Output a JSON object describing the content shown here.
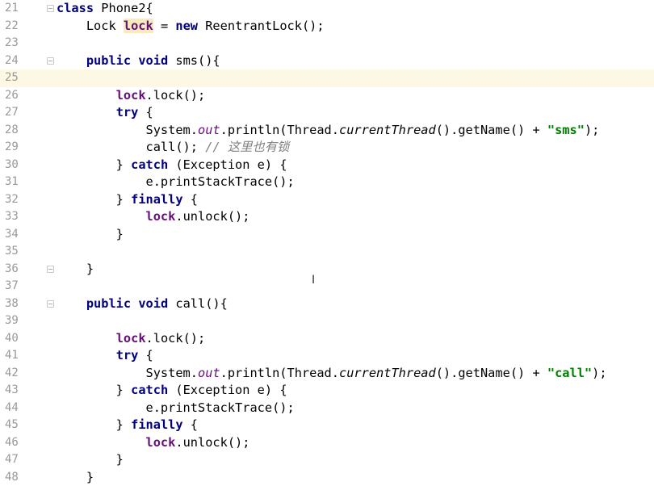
{
  "editor": {
    "current_line": 25,
    "lines": [
      {
        "n": "21",
        "fold": true,
        "tokens": [
          {
            "t": "class",
            "c": "kw"
          },
          {
            "t": " Phone2{",
            "c": ""
          }
        ]
      },
      {
        "n": "22",
        "fold": false,
        "tokens": [
          {
            "t": "    Lock ",
            "c": ""
          },
          {
            "t": "lock",
            "c": "fld-hl"
          },
          {
            "t": " = ",
            "c": ""
          },
          {
            "t": "new",
            "c": "kw"
          },
          {
            "t": " ReentrantLock();",
            "c": ""
          }
        ]
      },
      {
        "n": "23",
        "fold": false,
        "tokens": []
      },
      {
        "n": "24",
        "fold": true,
        "tokens": [
          {
            "t": "    ",
            "c": ""
          },
          {
            "t": "public",
            "c": "kw"
          },
          {
            "t": " ",
            "c": ""
          },
          {
            "t": "void",
            "c": "kw"
          },
          {
            "t": " sms(){",
            "c": ""
          }
        ]
      },
      {
        "n": "25",
        "fold": false,
        "tokens": []
      },
      {
        "n": "26",
        "fold": false,
        "tokens": [
          {
            "t": "        ",
            "c": ""
          },
          {
            "t": "lock",
            "c": "fld"
          },
          {
            "t": ".lock();",
            "c": ""
          }
        ]
      },
      {
        "n": "27",
        "fold": false,
        "tokens": [
          {
            "t": "        ",
            "c": ""
          },
          {
            "t": "try",
            "c": "kw"
          },
          {
            "t": " {",
            "c": ""
          }
        ]
      },
      {
        "n": "28",
        "fold": false,
        "tokens": [
          {
            "t": "            System.",
            "c": ""
          },
          {
            "t": "out",
            "c": "stat"
          },
          {
            "t": ".println(Thread.",
            "c": ""
          },
          {
            "t": "currentThread",
            "c": "ital"
          },
          {
            "t": "().getName() + ",
            "c": ""
          },
          {
            "t": "\"sms\"",
            "c": "str"
          },
          {
            "t": ");",
            "c": ""
          }
        ]
      },
      {
        "n": "29",
        "fold": false,
        "tokens": [
          {
            "t": "            call(); ",
            "c": ""
          },
          {
            "t": "// 这里也有锁",
            "c": "cmt"
          }
        ]
      },
      {
        "n": "30",
        "fold": false,
        "tokens": [
          {
            "t": "        } ",
            "c": ""
          },
          {
            "t": "catch",
            "c": "kw"
          },
          {
            "t": " (Exception e) {",
            "c": ""
          }
        ]
      },
      {
        "n": "31",
        "fold": false,
        "tokens": [
          {
            "t": "            e.printStackTrace();",
            "c": ""
          }
        ]
      },
      {
        "n": "32",
        "fold": false,
        "tokens": [
          {
            "t": "        } ",
            "c": ""
          },
          {
            "t": "finally",
            "c": "kw"
          },
          {
            "t": " {",
            "c": ""
          }
        ]
      },
      {
        "n": "33",
        "fold": false,
        "tokens": [
          {
            "t": "            ",
            "c": ""
          },
          {
            "t": "lock",
            "c": "fld"
          },
          {
            "t": ".unlock();",
            "c": ""
          }
        ]
      },
      {
        "n": "34",
        "fold": false,
        "tokens": [
          {
            "t": "        }",
            "c": ""
          }
        ]
      },
      {
        "n": "35",
        "fold": false,
        "tokens": []
      },
      {
        "n": "36",
        "fold": true,
        "tokens": [
          {
            "t": "    }",
            "c": ""
          }
        ]
      },
      {
        "n": "37",
        "fold": false,
        "tokens": []
      },
      {
        "n": "38",
        "fold": true,
        "tokens": [
          {
            "t": "    ",
            "c": ""
          },
          {
            "t": "public",
            "c": "kw"
          },
          {
            "t": " ",
            "c": ""
          },
          {
            "t": "void",
            "c": "kw"
          },
          {
            "t": " call(){",
            "c": ""
          }
        ]
      },
      {
        "n": "39",
        "fold": false,
        "tokens": []
      },
      {
        "n": "40",
        "fold": false,
        "tokens": [
          {
            "t": "        ",
            "c": ""
          },
          {
            "t": "lock",
            "c": "fld"
          },
          {
            "t": ".lock();",
            "c": ""
          }
        ]
      },
      {
        "n": "41",
        "fold": false,
        "tokens": [
          {
            "t": "        ",
            "c": ""
          },
          {
            "t": "try",
            "c": "kw"
          },
          {
            "t": " {",
            "c": ""
          }
        ]
      },
      {
        "n": "42",
        "fold": false,
        "tokens": [
          {
            "t": "            System.",
            "c": ""
          },
          {
            "t": "out",
            "c": "stat"
          },
          {
            "t": ".println(Thread.",
            "c": ""
          },
          {
            "t": "currentThread",
            "c": "ital"
          },
          {
            "t": "().getName() + ",
            "c": ""
          },
          {
            "t": "\"call\"",
            "c": "str"
          },
          {
            "t": ");",
            "c": ""
          }
        ]
      },
      {
        "n": "43",
        "fold": false,
        "tokens": [
          {
            "t": "        } ",
            "c": ""
          },
          {
            "t": "catch",
            "c": "kw"
          },
          {
            "t": " (Exception e) {",
            "c": ""
          }
        ]
      },
      {
        "n": "44",
        "fold": false,
        "tokens": [
          {
            "t": "            e.printStackTrace();",
            "c": ""
          }
        ]
      },
      {
        "n": "45",
        "fold": false,
        "tokens": [
          {
            "t": "        } ",
            "c": ""
          },
          {
            "t": "finally",
            "c": "kw"
          },
          {
            "t": " {",
            "c": ""
          }
        ]
      },
      {
        "n": "46",
        "fold": false,
        "tokens": [
          {
            "t": "            ",
            "c": ""
          },
          {
            "t": "lock",
            "c": "fld"
          },
          {
            "t": ".unlock();",
            "c": ""
          }
        ]
      },
      {
        "n": "47",
        "fold": false,
        "tokens": [
          {
            "t": "        }",
            "c": ""
          }
        ]
      },
      {
        "n": "48",
        "fold": false,
        "tokens": [
          {
            "t": "    }",
            "c": ""
          }
        ]
      }
    ]
  },
  "cursor_glyph": "I",
  "colors": {
    "keyword": "#000080",
    "field": "#660e7a",
    "string": "#008000",
    "comment": "#808080",
    "line_number": "#999999",
    "current_line_bg": "#fdf8e4",
    "identifier_highlight": "#f6ebbc"
  }
}
